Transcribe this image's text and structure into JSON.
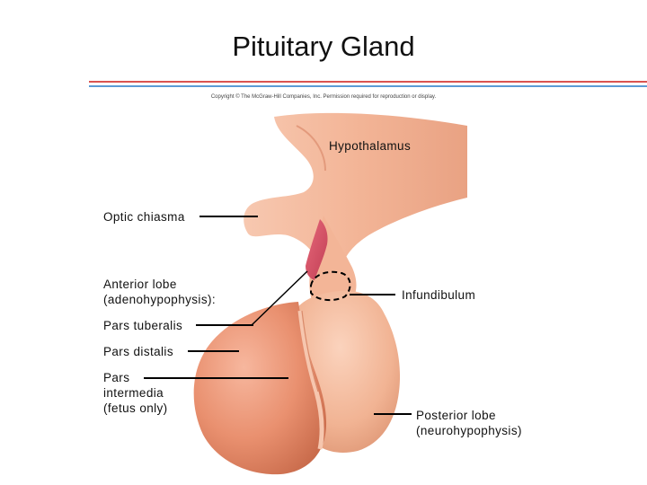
{
  "title": "Pituitary Gland",
  "copyright": "Copyright © The McGraw-Hill Companies, Inc. Permission required for reproduction or display.",
  "colors": {
    "rule_red": "#d9534f",
    "rule_blue": "#5b9bd5",
    "leader": "#000000"
  },
  "labels": {
    "hypothalamus": "Hypothalamus",
    "optic_chiasma": "Optic chiasma",
    "anterior_lobe": "Anterior lobe\n(adenohypophysis):",
    "infundibulum": "Infundibulum",
    "pars_tuberalis": "Pars tuberalis",
    "pars_distalis": "Pars distalis",
    "pars_intermedia": "Pars\nintermedia\n(fetus only)",
    "posterior_lobe": "Posterior lobe\n(neurohypophysis)"
  }
}
